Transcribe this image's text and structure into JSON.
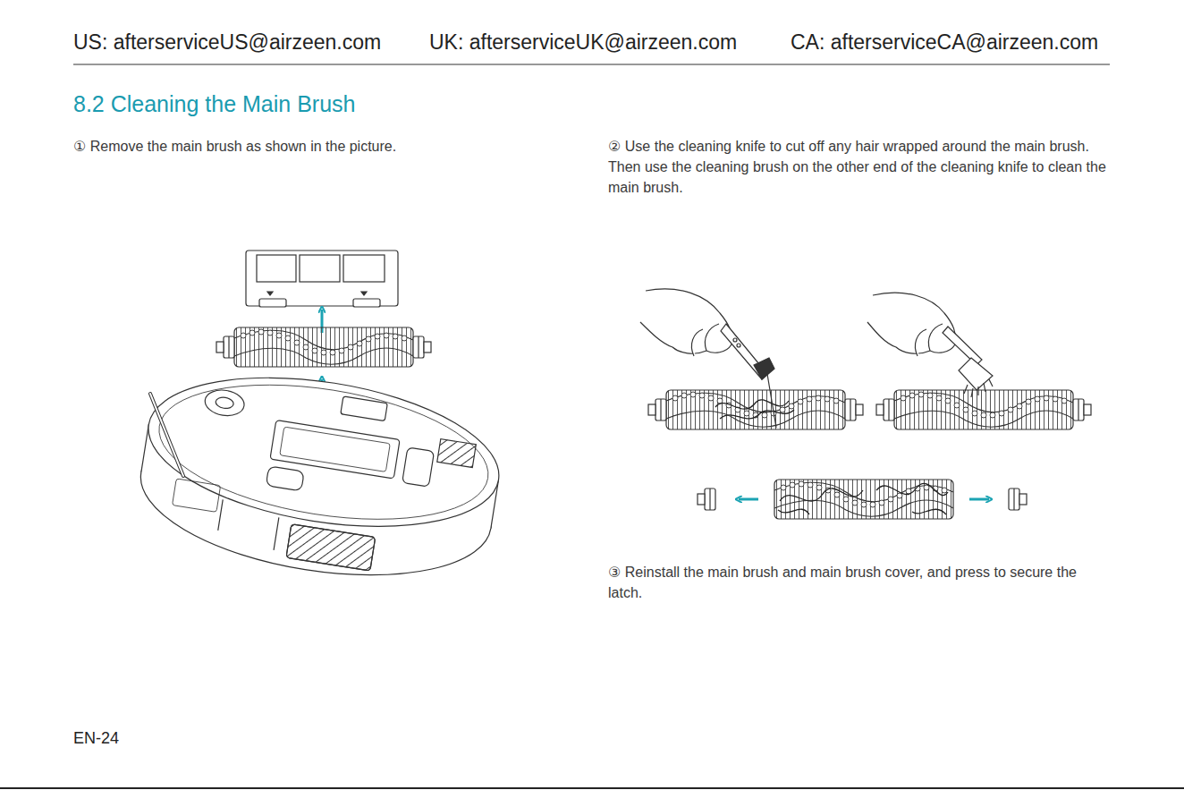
{
  "diagram": {
    "title": "8.2 Cleaning the Main Brush",
    "labels": [
      "US: afterserviceUS@airzeen.com",
      "UK: afterserviceUK@airzeen.com",
      "CA: afterserviceCA@airzeen.com",
      "① Remove the main brush as shown in the picture.",
      "② Use the cleaning knife to cut off any hair wrapped around the main brush. Then use the cleaning brush on the other end of the cleaning knife to clean the main brush.",
      "③ Reinstall the main brush and main brush cover, and press to secure the latch.",
      "EN-24"
    ]
  }
}
